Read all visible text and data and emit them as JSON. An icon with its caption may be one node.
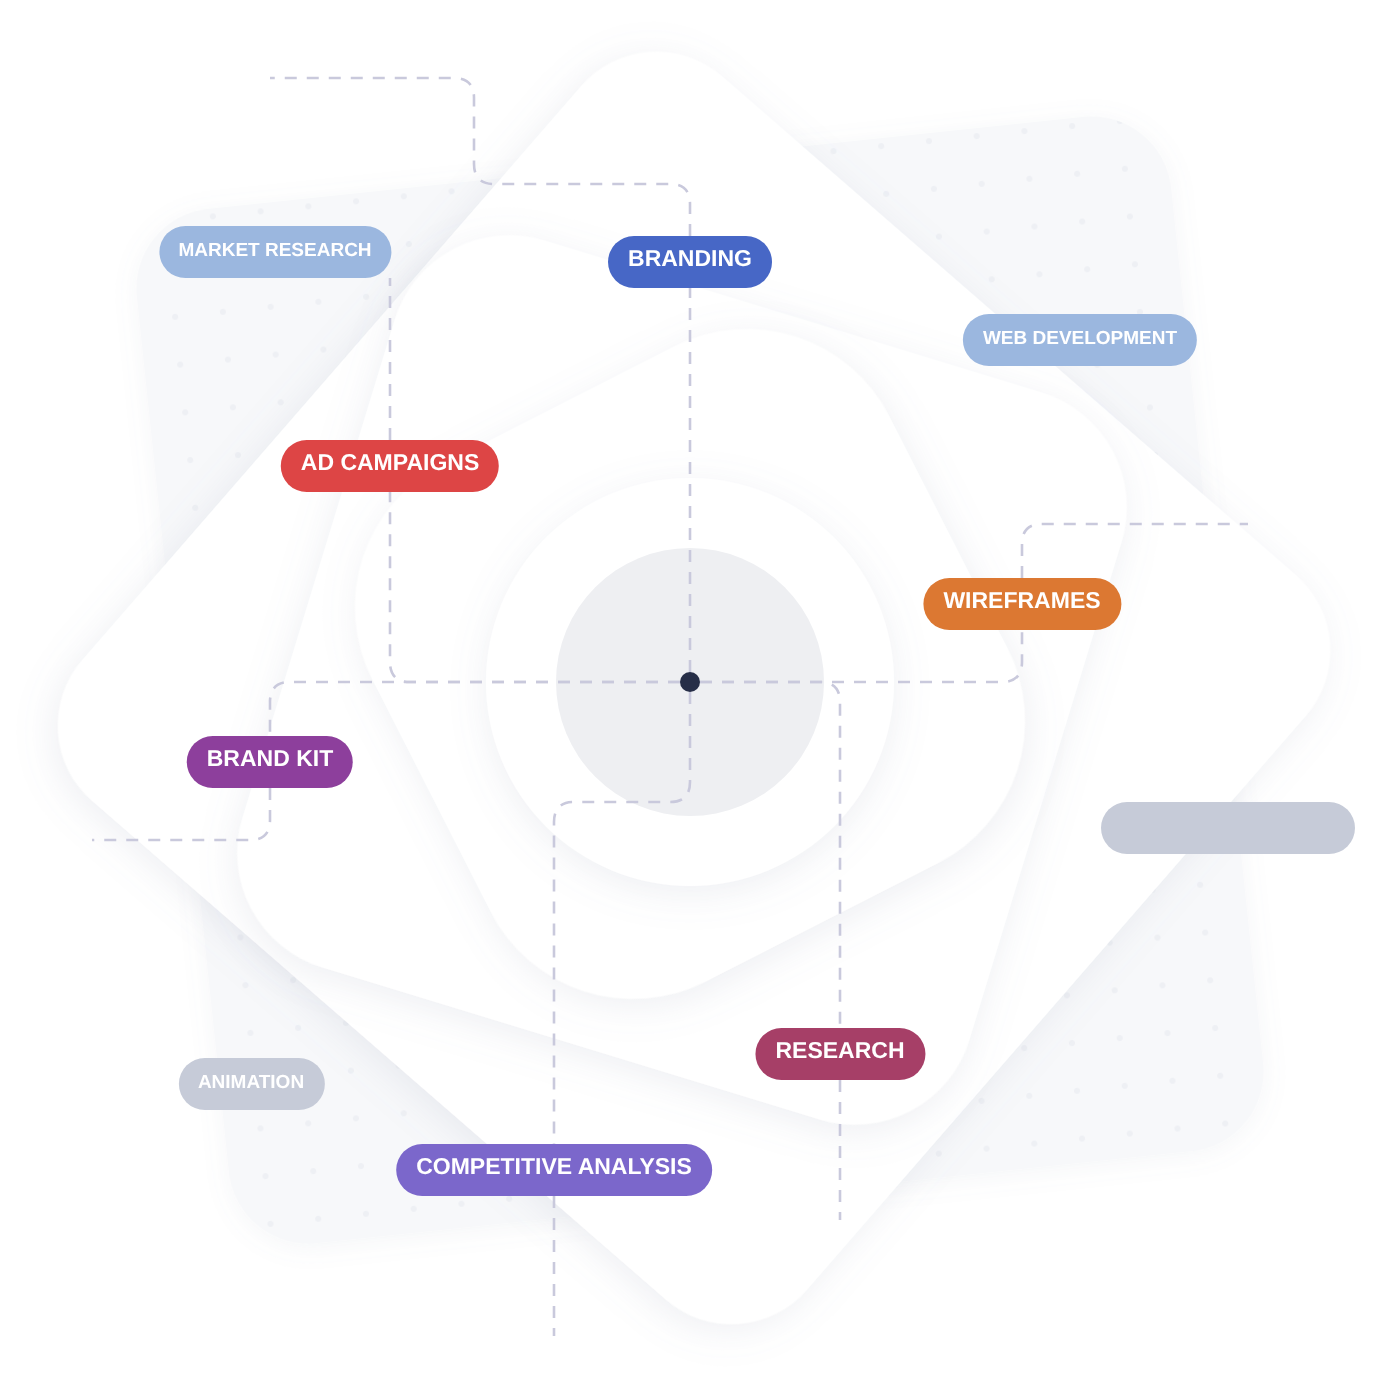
{
  "diagram": {
    "nodes": [
      {
        "text": [
          "MARKET RESEARCH"
        ]
      },
      {
        "text": [
          "BRANDING"
        ]
      },
      {
        "text": [
          "WEB DEVELOPMENT"
        ]
      },
      {
        "text": [
          "AD CAMPAIGNS"
        ]
      },
      {
        "text": [
          "WIREFRAMES"
        ]
      },
      {
        "text": [],
        "shape": "circle"
      },
      {
        "text": [
          "BRAND KIT"
        ]
      },
      {
        "text": [],
        "shape": "box"
      },
      {
        "text": [
          "RESEARCH"
        ]
      },
      {
        "text": [
          "ANIMATION"
        ]
      },
      {
        "text": [
          "COMPETITIVE ANALYSIS"
        ]
      }
    ],
    "edges": [
      {
        "from": 5,
        "to": 1,
        "arrow": "none",
        "style": "dashed"
      },
      {
        "from": 1,
        "to": null,
        "arrow": "none",
        "style": "dashed"
      },
      {
        "from": 5,
        "to": 3,
        "arrow": "none",
        "style": "dashed"
      },
      {
        "from": 3,
        "to": 0,
        "arrow": "none",
        "style": "dashed"
      },
      {
        "from": 5,
        "to": 6,
        "arrow": "none",
        "style": "dashed"
      },
      {
        "from": 6,
        "to": null,
        "arrow": "none",
        "style": "dashed"
      },
      {
        "from": 5,
        "to": 4,
        "arrow": "none",
        "style": "dashed"
      },
      {
        "from": 4,
        "to": null,
        "arrow": "none",
        "style": "dashed"
      },
      {
        "from": 5,
        "to": 8,
        "arrow": "none",
        "style": "dashed"
      },
      {
        "from": 8,
        "to": null,
        "arrow": "none",
        "style": "dashed"
      },
      {
        "from": 5,
        "to": 10,
        "arrow": "none",
        "style": "dashed"
      },
      {
        "from": 10,
        "to": null,
        "arrow": "none",
        "style": "dashed"
      }
    ]
  }
}
